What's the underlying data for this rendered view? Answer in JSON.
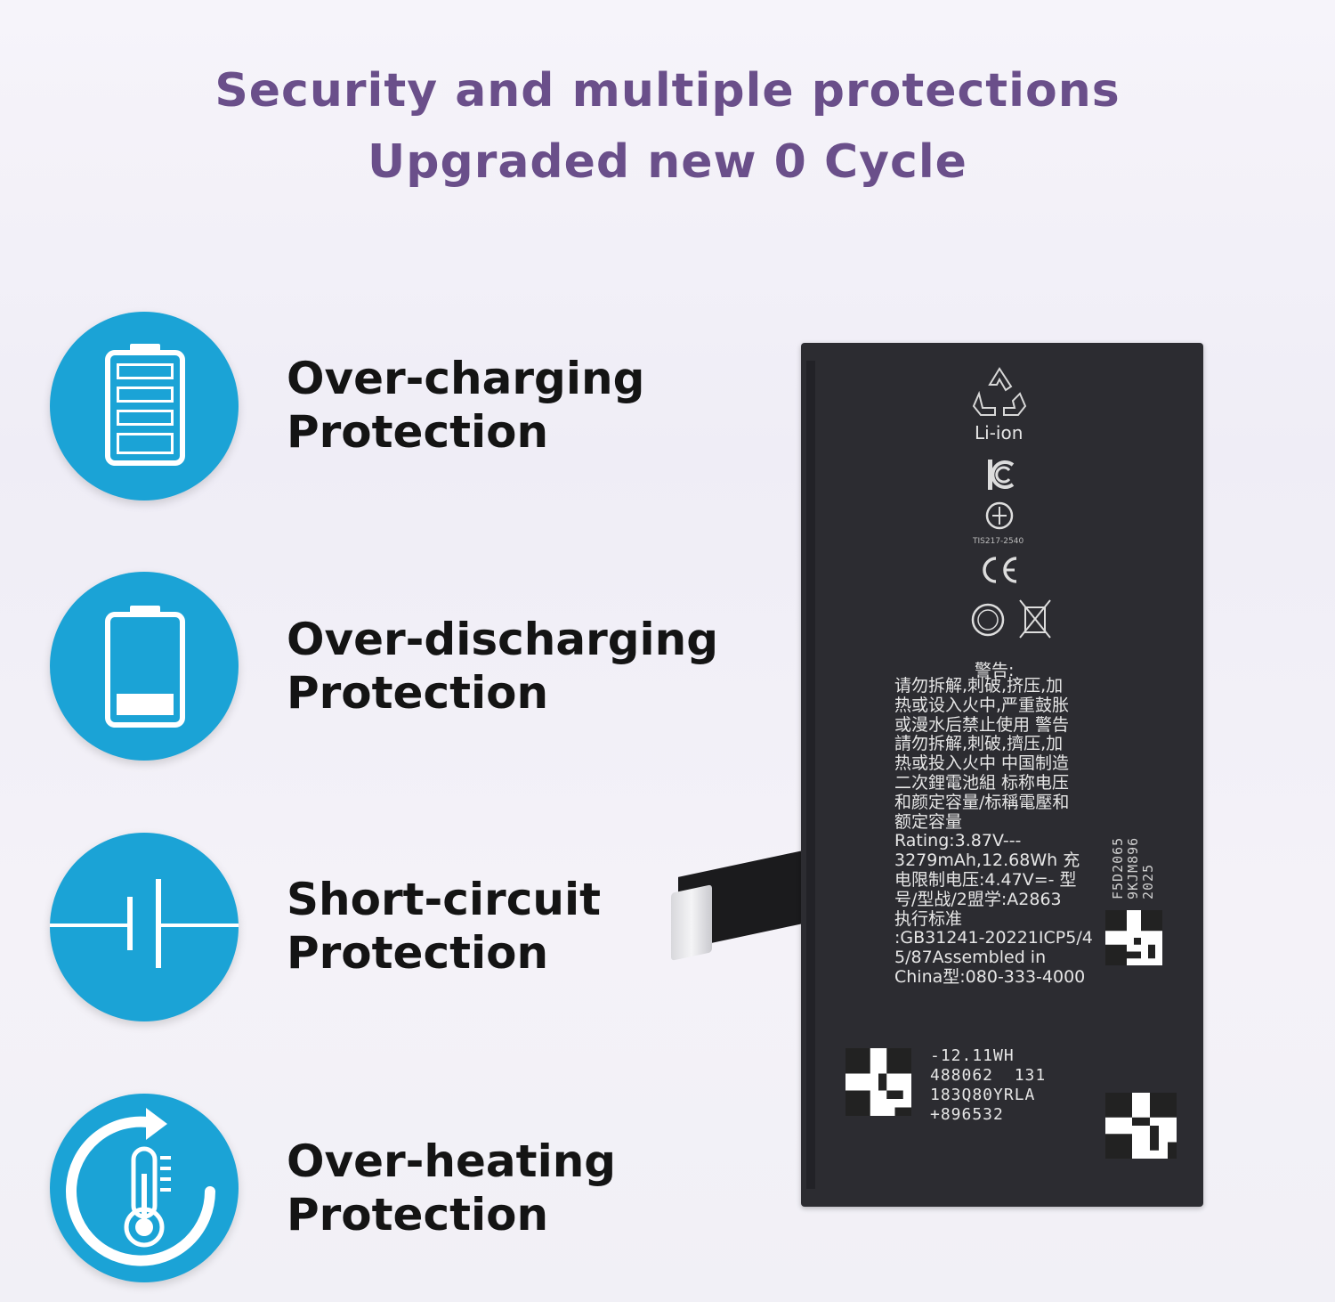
{
  "header": {
    "line1": "Security and multiple protections",
    "line2": "Upgraded new 0 Cycle"
  },
  "features": [
    {
      "line1": "Over-charging",
      "line2": "Protection",
      "icon": "battery-full-icon"
    },
    {
      "line1": "Over-discharging",
      "line2": "Protection",
      "icon": "battery-low-icon"
    },
    {
      "line1": "Short-circuit",
      "line2": "Protection",
      "icon": "capacitor-icon"
    },
    {
      "line1": "Over-heating",
      "line2": "Protection",
      "icon": "thermometer-icon"
    }
  ],
  "battery_label": {
    "chemistry": "Li-ion",
    "tis_code": "TIS217-2540",
    "warning_title": "警告:",
    "warning_body": "请勿拆解,刺破,挤压,加\n热或设入火中,严重鼓胀\n或漫水后禁止使用 警告\n請勿拆解,刺破,擠压,加\n热或投入火中 中国制造\n二次鋰電池組 标称电压\n和颜定容量/标稱電壓和\n额定容量\nRating:3.87V---\n3279mAh,12.68Wh 充\n电限制电压:4.47V=- 型\n号/型战/2盟学:A2863\n执行标准\n:GB31241-20221ICP5/4\n5/87Assembled in\nChina型:080-333-4000",
    "vertical_code": "F5D2065\n9KJM896\n2025",
    "bottom_codes": "-12.11WH\n488062  131\n183Q80YRLA\n+896532"
  },
  "colors": {
    "headline": "#6a4f8a",
    "icon_circle": "#1ba3d6",
    "battery_body": "#2c2c31"
  }
}
